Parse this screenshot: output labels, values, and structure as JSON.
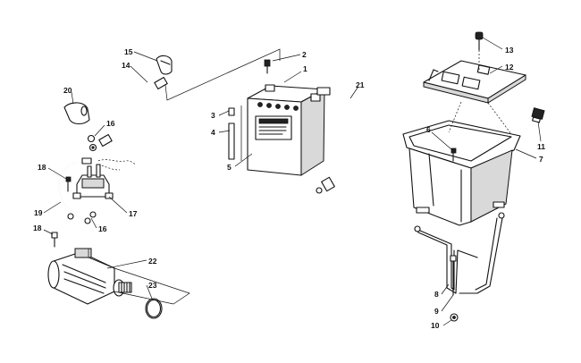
{
  "callouts": [
    {
      "id": "c1",
      "text": "1"
    },
    {
      "id": "c2",
      "text": "2"
    },
    {
      "id": "c3",
      "text": "3"
    },
    {
      "id": "c4",
      "text": "4"
    },
    {
      "id": "c5",
      "text": "5"
    },
    {
      "id": "c6",
      "text": "6"
    },
    {
      "id": "c7",
      "text": "7"
    },
    {
      "id": "c8",
      "text": "8"
    },
    {
      "id": "c9",
      "text": "9"
    },
    {
      "id": "c10",
      "text": "10"
    },
    {
      "id": "c11",
      "text": "11"
    },
    {
      "id": "c12",
      "text": "12"
    },
    {
      "id": "c13",
      "text": "13"
    },
    {
      "id": "c14",
      "text": "14"
    },
    {
      "id": "c15",
      "text": "15"
    },
    {
      "id": "c16a",
      "text": "16"
    },
    {
      "id": "c16b",
      "text": "16"
    },
    {
      "id": "c17",
      "text": "17"
    },
    {
      "id": "c18a",
      "text": "18"
    },
    {
      "id": "c18b",
      "text": "18"
    },
    {
      "id": "c19",
      "text": "19"
    },
    {
      "id": "c20",
      "text": "20"
    },
    {
      "id": "c21",
      "text": "21"
    },
    {
      "id": "c22",
      "text": "22"
    },
    {
      "id": "c23",
      "text": "23"
    }
  ]
}
